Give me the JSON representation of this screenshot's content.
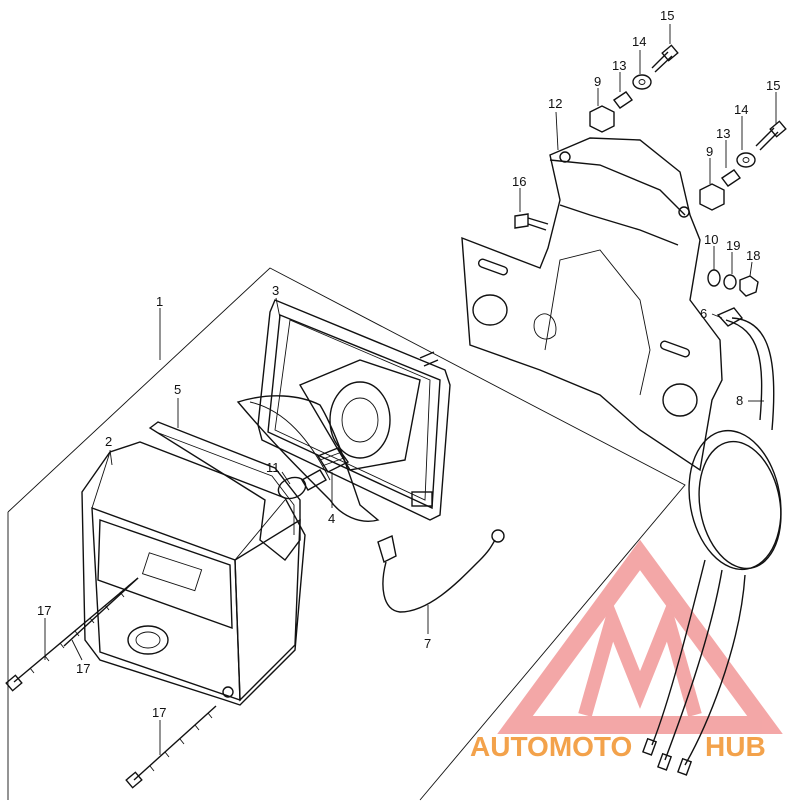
{
  "labels": {
    "l1": "1",
    "l2": "2",
    "l3": "3",
    "l4": "4",
    "l5": "5",
    "l6": "6",
    "l7": "7",
    "l8": "8",
    "l9a": "9",
    "l9b": "9",
    "l10": "10",
    "l11": "11",
    "l12": "12",
    "l13a": "13",
    "l13b": "13",
    "l14a": "14",
    "l14b": "14",
    "l15a": "15",
    "l15b": "15",
    "l16": "16",
    "l17a": "17",
    "l17b": "17",
    "l17c": "17",
    "l18": "18",
    "l19": "19"
  },
  "watermark": {
    "part1": "AUTOMOTO",
    "part2": "HUB",
    "color_main": "#f3a24b",
    "color_accent": "#e83a2f",
    "color_logo": "#f08a8a"
  }
}
